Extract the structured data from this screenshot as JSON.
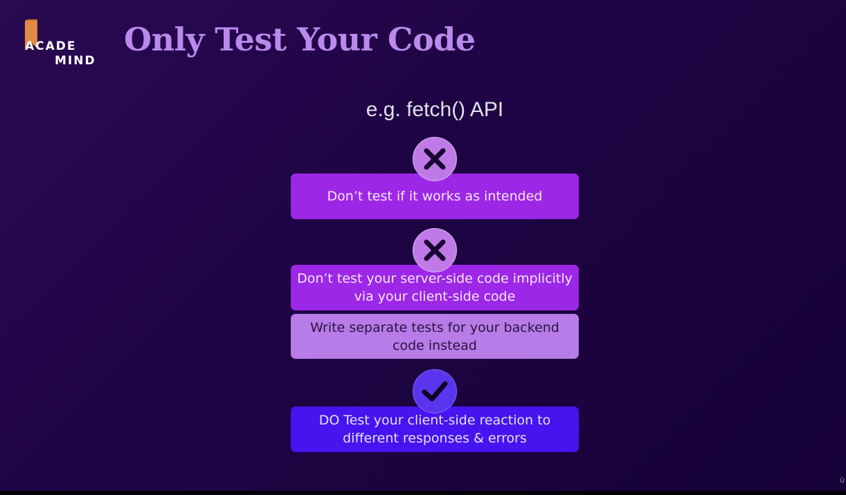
{
  "logo": {
    "line1": "ACADE",
    "line2": "MIND",
    "flag_color": "#e08a45"
  },
  "slide": {
    "title": "Only Test Your Code",
    "subtitle": "e.g. fetch() API"
  },
  "cards": [
    {
      "text": "Don’t test if it works as intended",
      "status": "x-icon"
    },
    {
      "text": "Don’t test your server-side code implicitly via your client-side code",
      "status": "x-icon"
    },
    {
      "text": "Write separate tests for your backend code instead",
      "status": ""
    },
    {
      "text": "DO Test your client-side reaction to different responses & errors",
      "status": "check-icon"
    }
  ],
  "corner_glyph": "ü",
  "colors": {
    "background": "#1e0444",
    "title": "#b98aec",
    "card_purple": "#9d27e6",
    "card_light": "#b77ce8",
    "card_blue": "#4614ee",
    "badge_x": "#c07ae8",
    "badge_check": "#5a35ee"
  }
}
